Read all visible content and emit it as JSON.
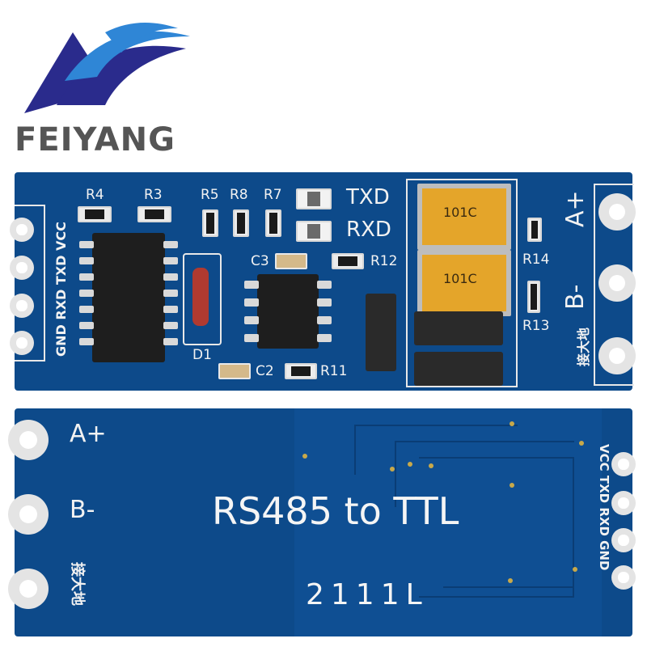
{
  "logo": {
    "brand": "FEIYANG"
  },
  "top_board": {
    "resistors": [
      "R4",
      "R3",
      "R5",
      "R8",
      "R7",
      "R12",
      "R14",
      "R13",
      "R11"
    ],
    "caps": [
      "C3",
      "C2"
    ],
    "diode": "D1",
    "leds": [
      "TXD",
      "RXD"
    ],
    "left_pins": [
      "GND",
      "RXD",
      "TXD",
      "VCC"
    ],
    "right_terminals": [
      "A+",
      "B-"
    ],
    "right_bottom_label": "接大地",
    "cap_codes": [
      "101C",
      "101C"
    ]
  },
  "bottom_board": {
    "title": "RS485 to TTL",
    "terminals": [
      "A+",
      "B-"
    ],
    "ground_label": "接大地",
    "right_pins": [
      "VCC",
      "TXD",
      "RXD",
      "GND"
    ],
    "date_code": "2111L"
  },
  "colors": {
    "pcb": "#0d4a8a",
    "logo_dark": "#2a2b8c",
    "logo_light": "#2f86d6"
  }
}
